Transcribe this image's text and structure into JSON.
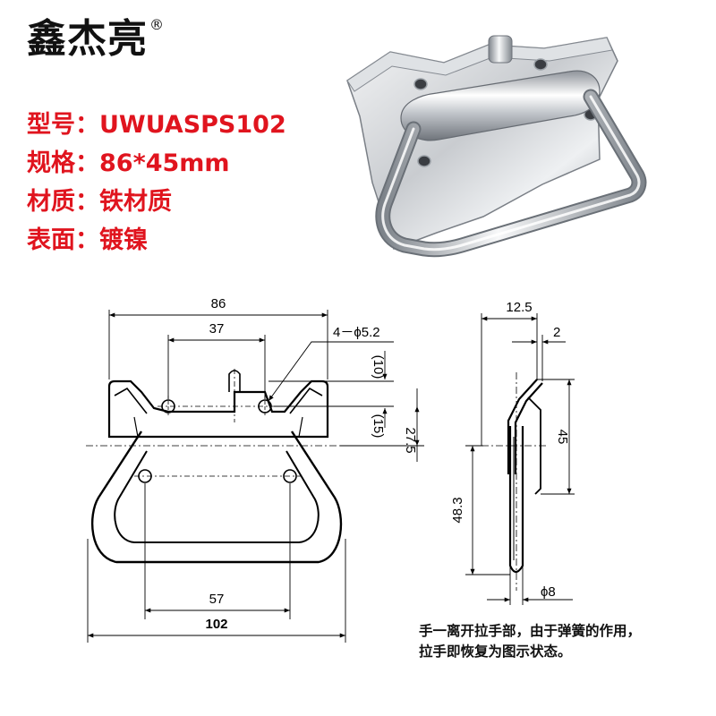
{
  "brand": {
    "name": "鑫杰亮",
    "mark": "®"
  },
  "specs": [
    {
      "label": "型号：",
      "value": "UWUASPS102"
    },
    {
      "label": "规格：",
      "value": "86*45mm"
    },
    {
      "label": "材质：",
      "value": "铁材质"
    },
    {
      "label": "表面：",
      "value": "镀镍"
    }
  ],
  "front_view": {
    "dim_width": "86",
    "dim_hole_spacing_top": "37",
    "dim_holes": "4－ϕ5.2",
    "dim_10": "(10)",
    "dim_15": "(15)",
    "dim_27_5": "27.5",
    "dim_hole_spacing_bottom": "57",
    "dim_overall": "102"
  },
  "side_view": {
    "dim_12_5": "12.5",
    "dim_2": "2",
    "dim_45": "45",
    "dim_48_3": "48.3",
    "dim_wire": "ϕ8"
  },
  "note": "手一离开拉手部，由于弹簧的作用，拉手即恢复为图示状态。",
  "colors": {
    "spec_text": "#e0141e",
    "line": "#000000",
    "metal": "#b8bcc2"
  }
}
